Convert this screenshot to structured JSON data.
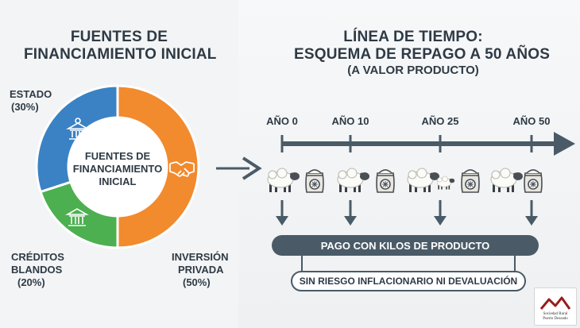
{
  "left": {
    "title_line1": "FUENTES DE",
    "title_line2": "FINANCIAMIENTO INICIAL",
    "center_line1": "FUENTES DE",
    "center_line2": "FINANCIAMIENTO",
    "center_line3": "INICIAL",
    "segments": [
      {
        "name_line1": "ESTADO",
        "name_line2": "",
        "pct_text": "(30%)",
        "share": 0.3,
        "color": "#3a82c4",
        "icon": "government-building-icon"
      },
      {
        "name_line1": "CRÉDITOS",
        "name_line2": "BLANDOS",
        "pct_text": "(20%)",
        "share": 0.2,
        "color": "#4caf50",
        "icon": "bank-icon"
      },
      {
        "name_line1": "INVERSIÓN",
        "name_line2": "PRIVADA",
        "pct_text": "(50%)",
        "share": 0.5,
        "color": "#f28a2e",
        "icon": "handshake-icon"
      }
    ]
  },
  "right": {
    "title_line1": "LÍNEA DE TIEMPO:",
    "title_line2": "ESQUEMA DE REPAGO A 50 AÑOS",
    "subtitle": "(A VALOR PRODUCTO)",
    "years": [
      "AÑO 0",
      "AÑO 10",
      "AÑO 25",
      "AÑO 50"
    ],
    "payment_label": "PAGO CON KILOS DE PRODUCTO",
    "note": "SIN RIESGO INFLACIONARIO NI DEVALUACIÓN",
    "timeline_color": "#4a5b67",
    "icons": [
      "sheep-icon",
      "wool-sack-icon"
    ]
  },
  "logo": {
    "line1": "Sociedad Rural",
    "line2": "Puerto Deseado"
  }
}
